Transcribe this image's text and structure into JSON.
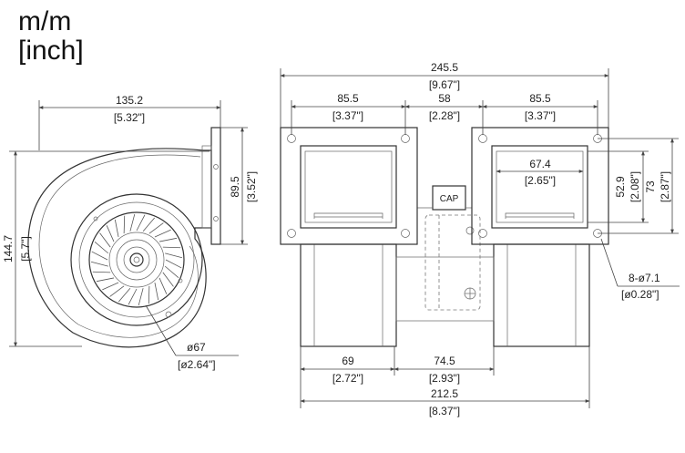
{
  "units": {
    "line1": "m/m",
    "line2": "[inch]"
  },
  "side_view": {
    "width_mm": "135.2",
    "width_in": "[5.32\"]",
    "height_mm": "144.7",
    "height_in": "[5.7\"]",
    "flange_mm": "89.5",
    "flange_in": "[3.52\"]",
    "impeller_diameter": "ø67",
    "impeller_diameter_in": "[ø2.64\"]"
  },
  "front_view": {
    "overall_mm": "245.5",
    "overall_in": "[9.67\"]",
    "left_flange_mm": "85.5",
    "left_flange_in": "[3.37\"]",
    "gap_mm": "58",
    "gap_in": "[2.28\"]",
    "right_flange_mm": "85.5",
    "right_flange_in": "[3.37\"]",
    "outlet_width_mm": "67.4",
    "outlet_width_in": "[2.65\"]",
    "outlet_height_mm": "52.9",
    "outlet_height_in": "[2.08\"]",
    "flange_height_mm": "73",
    "flange_height_in": "[2.87\"]",
    "holes_label": "8-ø7.1",
    "holes_label_in": "[ø0.28\"]",
    "capacitor_label": "CAP",
    "bottom_left_mm": "69",
    "bottom_left_in": "[2.72\"]",
    "bottom_mid_mm": "74.5",
    "bottom_mid_in": "[2.93\"]",
    "bottom_overall_mm": "212.5",
    "bottom_overall_in": "[8.37\"]"
  }
}
